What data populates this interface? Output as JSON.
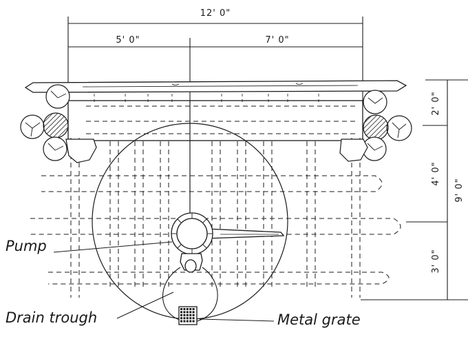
{
  "dimensions": {
    "overall_width": "12' 0\"",
    "left_width": "5' 0\"",
    "right_width": "7' 0\"",
    "top_depth": "2' 0\"",
    "middle_depth": "4' 0\"",
    "bottom_depth": "3' 0\"",
    "overall_depth": "9' 0\""
  },
  "labels": {
    "pump": "Pump",
    "drain_trough": "Drain trough",
    "metal_grate": "Metal grate"
  },
  "colors": {
    "ink": "#1a1a1a",
    "paper": "#ffffff"
  }
}
